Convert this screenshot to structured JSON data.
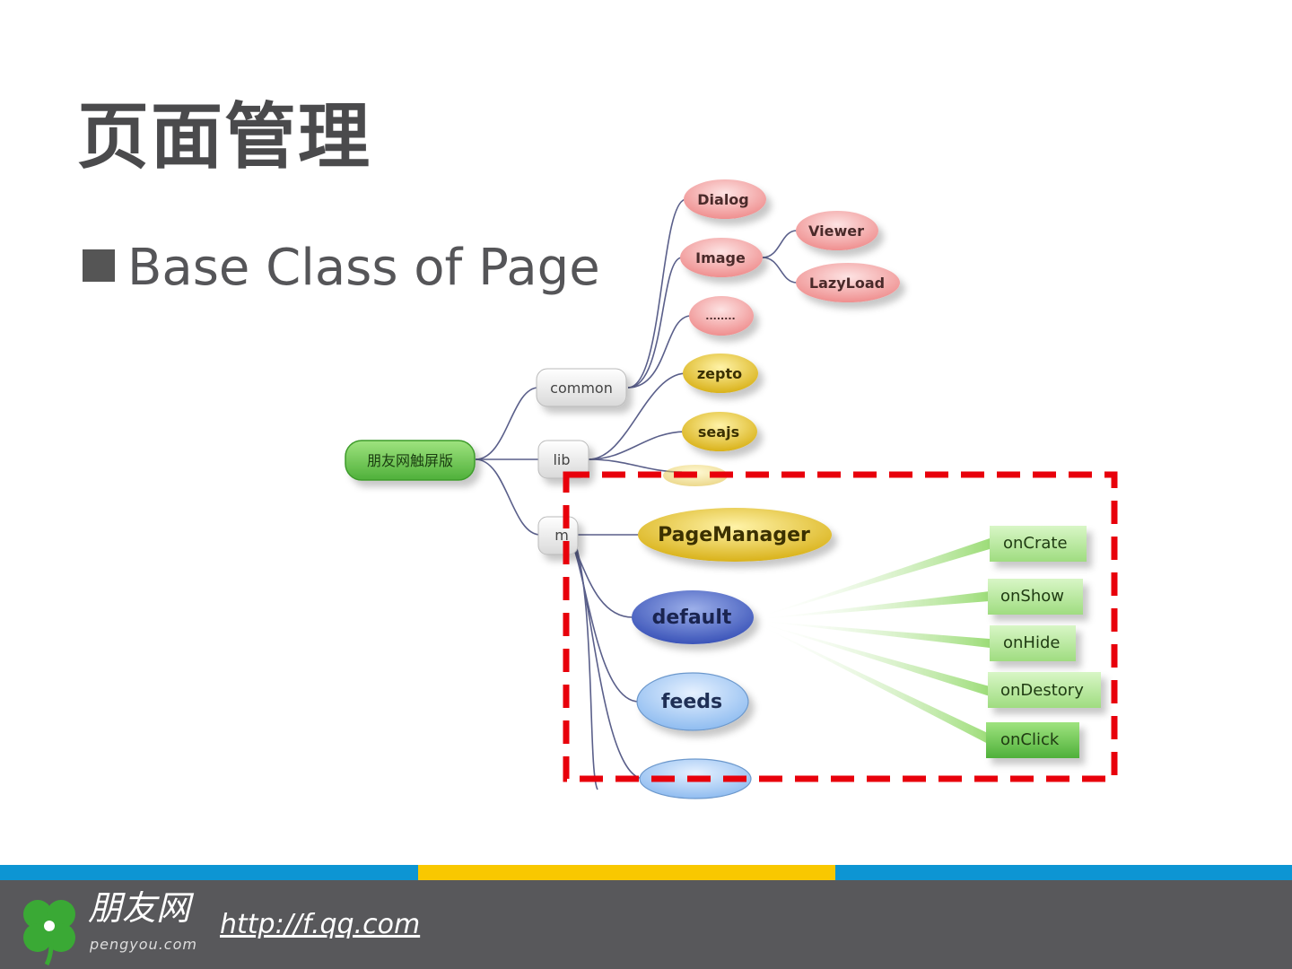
{
  "slide": {
    "title": "页面管理",
    "bullet": "Base Class of Page"
  },
  "diagram": {
    "root": "朋友网触屏版",
    "branches": {
      "common": "common",
      "lib": "lib",
      "m": "m"
    },
    "common_children": {
      "dialog": "Dialog",
      "image": "Image",
      "more": "........"
    },
    "image_children": {
      "viewer": "Viewer",
      "lazyload": "LazyLoad"
    },
    "lib_children": {
      "zepto": "zepto",
      "seajs": "seajs"
    },
    "m_children": {
      "pagemanager": "PageManager",
      "default": "default",
      "feeds": "feeds"
    },
    "default_methods": {
      "oncrate": "onCrate",
      "onshow": "onShow",
      "onhide": "onHide",
      "ondestory": "onDestory",
      "onclick": "onClick"
    },
    "highlight_color": "#e8000b"
  },
  "footer": {
    "logo_text": "朋友网",
    "logo_sub": "pengyou.com",
    "link": "http://f.qq.com",
    "stripe_colors": [
      "#0d95d3",
      "#f9c800",
      "#0d95d3"
    ]
  }
}
